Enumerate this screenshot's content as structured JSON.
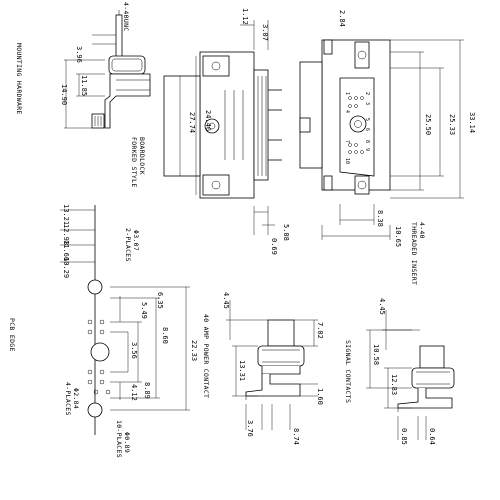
{
  "dims": {
    "d_3_96": "3.96",
    "d_11_85": "11.85",
    "d_14_90": "14.90",
    "d_1_12": "1.12",
    "d_3_07": "3.07",
    "d_2_84": "2.84",
    "d_27_74": "27.74",
    "d_24_46": "24.46",
    "d_5_08": "5.08",
    "d_0_69": "0.69",
    "d_33_14": "33.14",
    "d_25_33": "25.33",
    "d_25_50": "25.50",
    "d_8_38": "8.38",
    "d_10_65": "10.65",
    "d_13_21": "13.21",
    "d_12_98": "12.98",
    "d_11_66": "11.66",
    "d_10_29": "10.29",
    "d_5_49": "5.49",
    "d_6_35": "6.35",
    "d_8_60": "8.60",
    "d_22_33": "22.33",
    "d_3_56": "3.56",
    "d_4_12": "4.12",
    "d_8_89": "8.89",
    "d_4_45": "4.45",
    "d_7_02": "7.02",
    "d_13_31": "13.31",
    "d_1_60": "1.60",
    "d_8_74": "8.74",
    "d_3_76": "3.76",
    "d_4_45b": "4.45",
    "d_10_58": "10.58",
    "d_12_83": "12.83",
    "d_0_85": "0.85",
    "d_0_64": "0.64"
  },
  "labels": {
    "four_40_unc": "4-40UNC",
    "mounting_hardware": "MOUNTING HARDWARE",
    "boardlock": "BOARDLOCK",
    "forked_style": "FORKED STYLE",
    "four_40": "4-40",
    "threaded_insert": "THREADED INSERT",
    "phi_3_07": "Φ3.07",
    "two_places": "2-PLACES",
    "pcb_edge": "PCB EDGE",
    "phi_2_84": "Φ2.84",
    "four_places": "4-PLACES",
    "phi_0_89": "Φ0.89",
    "ten_places": "10-PLACES",
    "power_contact": "40 AMP POWER CONTACT",
    "signal_contacts": "SIGNAL CONTACTS"
  },
  "pin_numbers": [
    "1",
    "2",
    "3",
    "4",
    "5",
    "6",
    "7",
    "8",
    "9",
    "10"
  ]
}
